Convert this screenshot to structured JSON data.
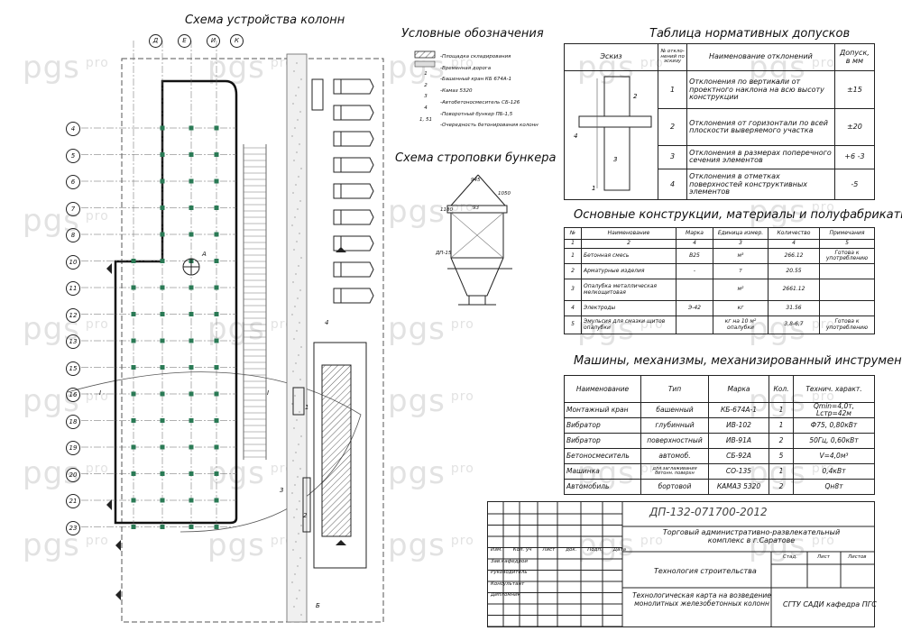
{
  "headings": {
    "column_scheme": "Схема устройства колонн",
    "legend": "Условные обозначения",
    "sling_scheme": "Схема строповки бункера",
    "tolerances": "Таблица нормативных допусков",
    "materials": "Основные конструкции, материалы и полуфабрикаты",
    "machines": "Машины, механизмы, механизированный инструмент"
  },
  "axes": {
    "top": [
      "Д",
      "Е",
      "И",
      "К"
    ],
    "left": [
      "4",
      "5",
      "6",
      "7",
      "8",
      "10",
      "11",
      "12",
      "13",
      "15",
      "16",
      "18",
      "19",
      "20",
      "21",
      "23"
    ]
  },
  "legend_items": [
    "-Площадка складирования",
    "-Временная дорога",
    "-Башенный кран КБ 674А-1",
    "-Камаз 5320",
    "-Автобетоносмеситель СБ-126",
    "-Поворотный бункер ПБ-1,5",
    "-Очередность бетонирования колонн"
  ],
  "legend_marks": [
    "1",
    "2",
    "3",
    "4",
    "1, 51"
  ],
  "sling_dims": [
    "945",
    "1180",
    "93",
    "1050",
    "ДП-15"
  ],
  "tolerances": {
    "headers": [
      "Эскиз",
      "№ откло-нений по эскизу",
      "Наименование отклонений",
      "Допуск, в мм"
    ],
    "rows": [
      {
        "n": "1",
        "name": "Отклонения по вертикали от проектного наклона на всю высоту конструкции",
        "tol": "±15"
      },
      {
        "n": "2",
        "name": "Отклонения от горизонтали по всей плоскости выверяемого участка",
        "tol": "±20"
      },
      {
        "n": "3",
        "name": "Отклонения в размерах поперечного сечения элементов",
        "tol": "+6 -3"
      },
      {
        "n": "4",
        "name": "Отклонения в отметках поверхностей конструктивных элементов",
        "tol": "-5"
      }
    ]
  },
  "materials": {
    "headers": [
      "№",
      "Наименование",
      "Марка",
      "Единица измер.",
      "Количество",
      "Примечания"
    ],
    "nums": [
      "1",
      "2",
      "4",
      "3",
      "4",
      "5"
    ],
    "rows": [
      [
        "1",
        "Бетонная смесь",
        "В25",
        "м³",
        "266.12",
        "Готова к употреблению"
      ],
      [
        "2",
        "Арматурные изделия",
        "-",
        "т",
        "20.55",
        ""
      ],
      [
        "3",
        "Опалубка металлическая мелкощитовая",
        "",
        "м²",
        "2661.12",
        ""
      ],
      [
        "4",
        "Электроды",
        "Э-42",
        "кг",
        "31.56",
        ""
      ],
      [
        "5",
        "Эмульсия для смазки щитов опалубки",
        "",
        "кг на 10 м² опалубки",
        "3,8-6,7",
        "Готова к употреблению"
      ]
    ]
  },
  "machines": {
    "headers": [
      "Наименование",
      "Тип",
      "Марка",
      "Кол.",
      "Технич. характ."
    ],
    "rows": [
      [
        "Монтажный кран",
        "башенный",
        "КБ-674А-1",
        "1",
        "Qmin=4,0т, Lстр=42м"
      ],
      [
        "Вибратор",
        "глубинный",
        "ИВ-102",
        "1",
        "Ф75, 0,80кВт"
      ],
      [
        "Вибратор",
        "поверхностный",
        "ИВ-91А",
        "2",
        "50Гц, 0,60кВт"
      ],
      [
        "Бетоносмеситель",
        "автомоб.",
        "СБ-92А",
        "5",
        "V=4,0м³"
      ],
      [
        "Машинка",
        "для заглаживания бетонн. поверхн",
        "СО-135",
        "1",
        "0,4кВт"
      ],
      [
        "Автомобиль",
        "бортовой",
        "КАМАЗ 5320",
        "2",
        "Qн8т"
      ]
    ]
  },
  "title_block": {
    "code": "ДП-132-071700-2012",
    "project": "Торговый административно-развлекательный комплекс в г.Саратове",
    "section": "Технология строительства",
    "sheet_title": "Технологическая карта на возведение монолитных железобетонных колонн",
    "org": "СГТУ САДИ кафедра ПГС",
    "stage_label": "Стад.",
    "sheet_label": "Лист",
    "sheets_label": "Листов",
    "col_labels": [
      "Изм.",
      "Кол. уч",
      "Лист",
      "док.",
      "Подп.",
      "Дата"
    ],
    "roles": [
      "Зав.кафедрой",
      "Руководитель",
      "Консультант",
      "Дипломник"
    ]
  },
  "plan_labels": [
    "А",
    "I",
    "I",
    "1",
    "2",
    "3",
    "4",
    "Б"
  ],
  "watermark": {
    "main": "pgs",
    "sub": "pro"
  }
}
